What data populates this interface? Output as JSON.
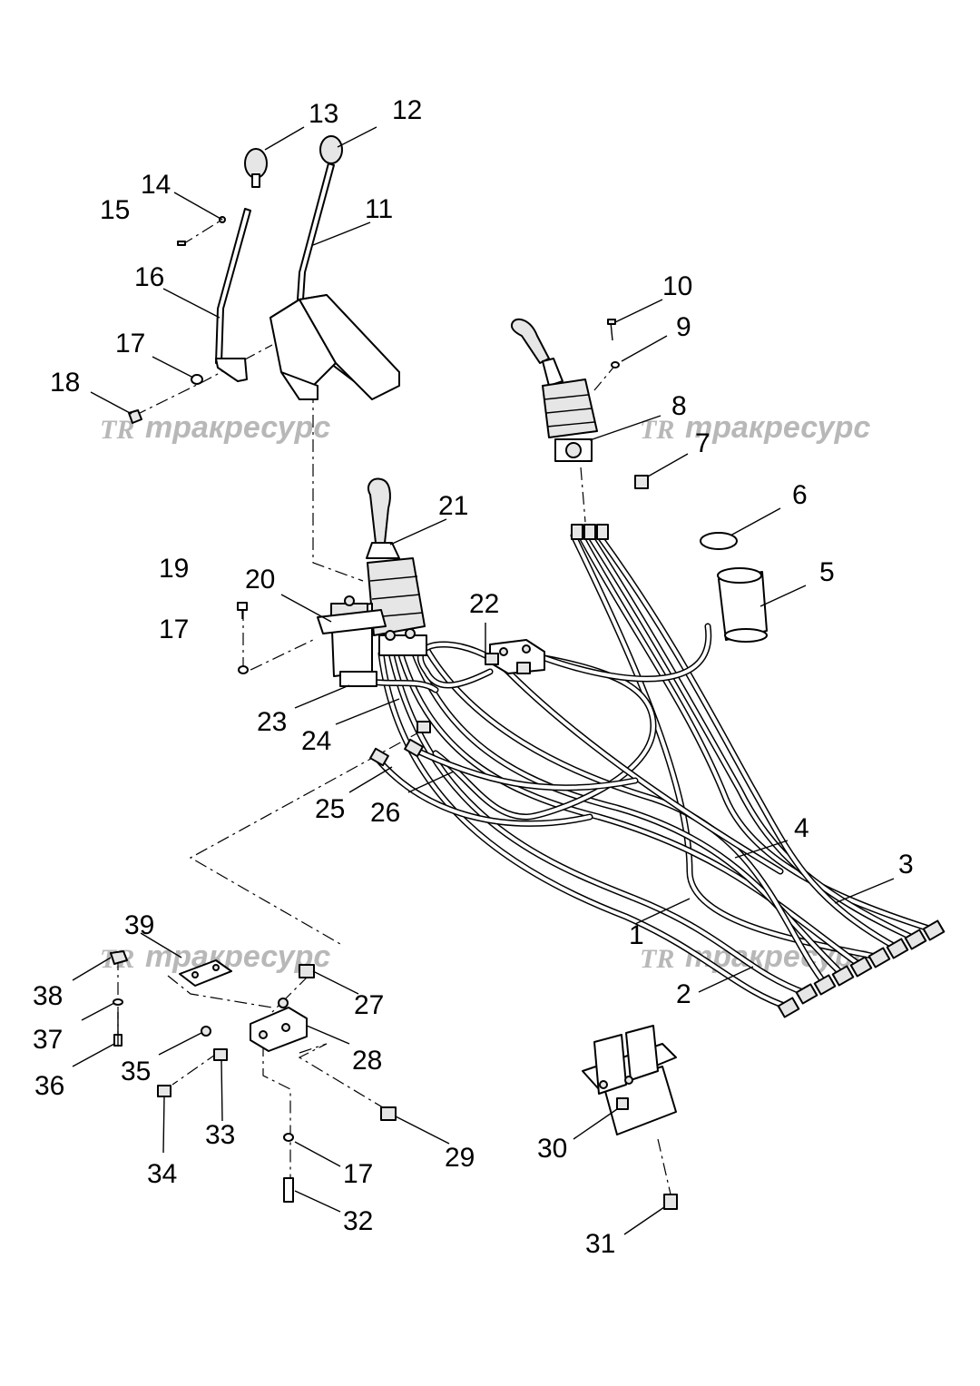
{
  "watermark": {
    "text": "тракресурс",
    "logo": "TR"
  },
  "callouts": [
    "1",
    "2",
    "3",
    "4",
    "5",
    "6",
    "7",
    "8",
    "9",
    "10",
    "11",
    "12",
    "13",
    "14",
    "15",
    "16",
    "17",
    "18",
    "19",
    "20",
    "21",
    "22",
    "23",
    "24",
    "25",
    "26",
    "27",
    "28",
    "29",
    "30",
    "31",
    "32",
    "33",
    "34",
    "35",
    "36",
    "37",
    "38",
    "39"
  ]
}
